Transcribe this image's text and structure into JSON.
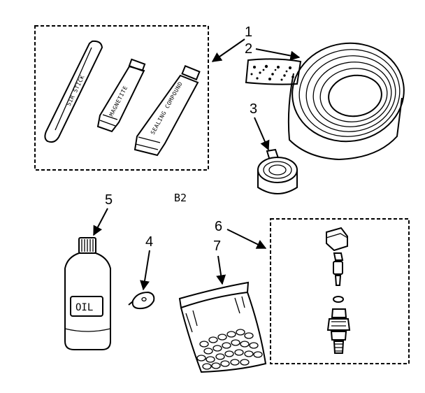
{
  "diagram": {
    "figure_code": "B2",
    "callouts": {
      "c1": "1",
      "c2": "2",
      "c3": "3",
      "c4": "4",
      "c5": "5",
      "c6": "6",
      "c7": "7"
    },
    "part_labels": {
      "stick": "SIR STICK",
      "tube_small": "MAGNETITE",
      "tube_large": "SEALING COMPOUND",
      "bottle": "OIL"
    }
  }
}
